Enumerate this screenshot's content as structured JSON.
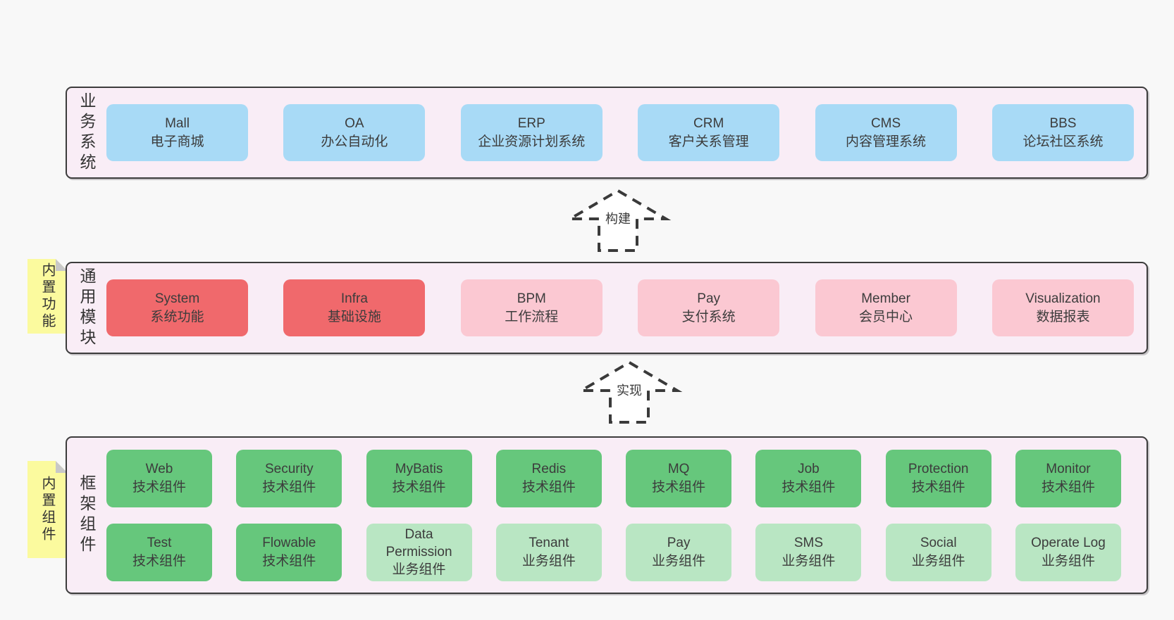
{
  "colors": {
    "page_bg": "#f8f8f8",
    "panel_bg": "#f9edf6",
    "panel_border": "#3c3c3c",
    "blue_box": "#a8daf6",
    "red_box": "#f0696c",
    "pink_box": "#fbc8d2",
    "green_box": "#66c77c",
    "light_green_box": "#b9e6c3",
    "sticky_yellow": "#fbfa9e",
    "text": "#3c3c3c"
  },
  "arrows": [
    {
      "label": "构建"
    },
    {
      "label": "实现"
    }
  ],
  "layers": [
    {
      "label": "业务系统",
      "items": [
        {
          "name": "Mall",
          "desc": "电子商城"
        },
        {
          "name": "OA",
          "desc": "办公自动化"
        },
        {
          "name": "ERP",
          "desc": "企业资源计划系统"
        },
        {
          "name": "CRM",
          "desc": "客户关系管理"
        },
        {
          "name": "CMS",
          "desc": "内容管理系统"
        },
        {
          "name": "BBS",
          "desc": "论坛社区系统"
        }
      ]
    },
    {
      "label": "通用模块",
      "sticky": "内置功能",
      "items": [
        {
          "name": "System",
          "desc": "系统功能"
        },
        {
          "name": "Infra",
          "desc": "基础设施"
        },
        {
          "name": "BPM",
          "desc": "工作流程"
        },
        {
          "name": "Pay",
          "desc": "支付系统"
        },
        {
          "name": "Member",
          "desc": "会员中心"
        },
        {
          "name": "Visualization",
          "desc": "数据报表"
        }
      ]
    },
    {
      "label": "框架组件",
      "sticky": "内置组件",
      "rows": [
        [
          {
            "name": "Web",
            "desc": "技术组件"
          },
          {
            "name": "Security",
            "desc": "技术组件"
          },
          {
            "name": "MyBatis",
            "desc": "技术组件"
          },
          {
            "name": "Redis",
            "desc": "技术组件"
          },
          {
            "name": "MQ",
            "desc": "技术组件"
          },
          {
            "name": "Job",
            "desc": "技术组件"
          },
          {
            "name": "Protection",
            "desc": "技术组件"
          },
          {
            "name": "Monitor",
            "desc": "技术组件"
          }
        ],
        [
          {
            "name": "Test",
            "desc": "技术组件"
          },
          {
            "name": "Flowable",
            "desc": "技术组件"
          },
          {
            "name": "Data Permission",
            "desc": "业务组件"
          },
          {
            "name": "Tenant",
            "desc": "业务组件"
          },
          {
            "name": "Pay",
            "desc": "业务组件"
          },
          {
            "name": "SMS",
            "desc": "业务组件"
          },
          {
            "name": "Social",
            "desc": "业务组件"
          },
          {
            "name": "Operate Log",
            "desc": "业务组件"
          }
        ]
      ]
    }
  ]
}
